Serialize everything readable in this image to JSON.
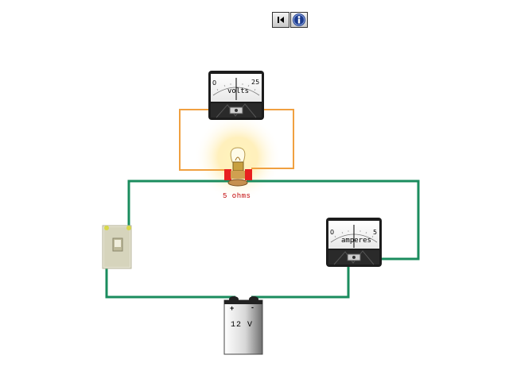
{
  "toolbar": {
    "reset_icon": "skip-to-start-icon",
    "info_icon": "info-icon"
  },
  "circuit": {
    "voltmeter": {
      "unit_label": "volts",
      "scale_min": "0",
      "scale_max": "25"
    },
    "ammeter": {
      "unit_label": "amperes",
      "scale_min": "0",
      "scale_max": "5"
    },
    "bulb": {
      "resistance_label": "5 ohms"
    },
    "battery": {
      "label": "12 V",
      "plus": "+",
      "minus": "-"
    },
    "colors": {
      "main_wire": "#1a8c5e",
      "meter_wire": "#f0a040",
      "resistor_terminal": "#e82020",
      "resistance_text": "#c00000"
    }
  }
}
